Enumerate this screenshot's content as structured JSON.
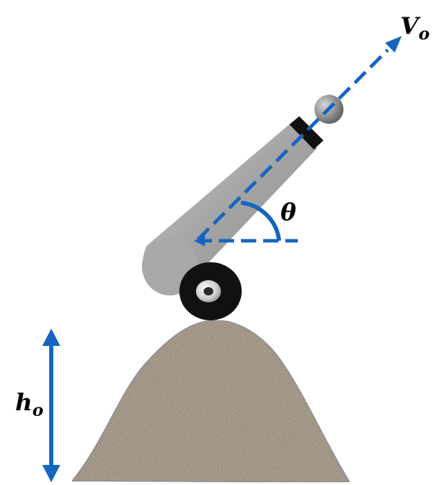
{
  "labels": {
    "velocity": {
      "main": "V",
      "sub": "o"
    },
    "angle": "θ",
    "height": {
      "main": "h",
      "sub": "o"
    }
  },
  "colors": {
    "accent_blue": "#1565c0",
    "barrel_gray": "#9e9e9e",
    "ball_gray": "#8a8a8a",
    "wheel_black": "#111111",
    "hill_brown": "#8a7a66",
    "text": "#000000"
  },
  "icons": {
    "projectile": "ball-icon",
    "launcher": "cannon-icon",
    "ground": "hill-icon"
  }
}
